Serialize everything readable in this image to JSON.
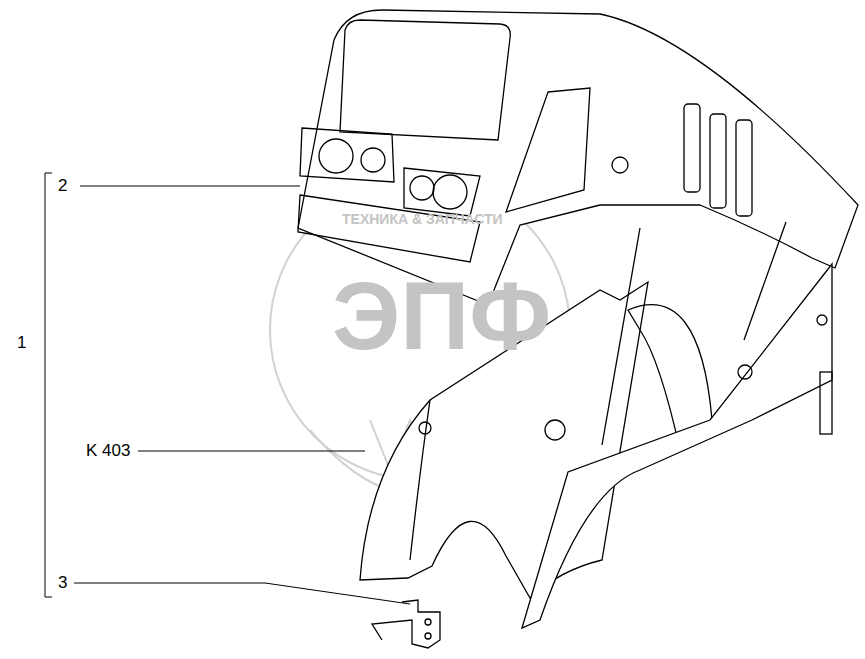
{
  "diagram": {
    "labels": [
      "2",
      "1",
      "K 403",
      "3",
      "ТЕХНИКА & ЗАПЧАСТИ",
      "ЭПФ"
    ]
  }
}
